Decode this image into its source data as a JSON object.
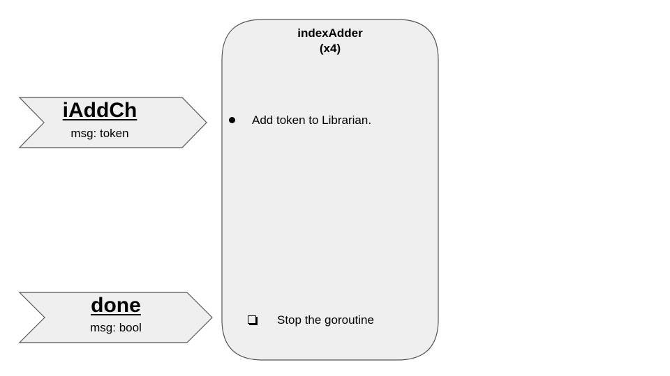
{
  "process": {
    "name": "indexAdder",
    "multiplicity": "(x4)",
    "fill_color": "#efefef",
    "items": [
      {
        "marker": "bullet",
        "text": "Add token to Librarian."
      },
      {
        "marker": "checkbox",
        "text": "Stop the goroutine"
      }
    ]
  },
  "channels": [
    {
      "name": "iAddCh",
      "message": "msg: token",
      "fill_color": "#efefef"
    },
    {
      "name": "done",
      "message": "msg: bool",
      "fill_color": "#efefef"
    }
  ]
}
